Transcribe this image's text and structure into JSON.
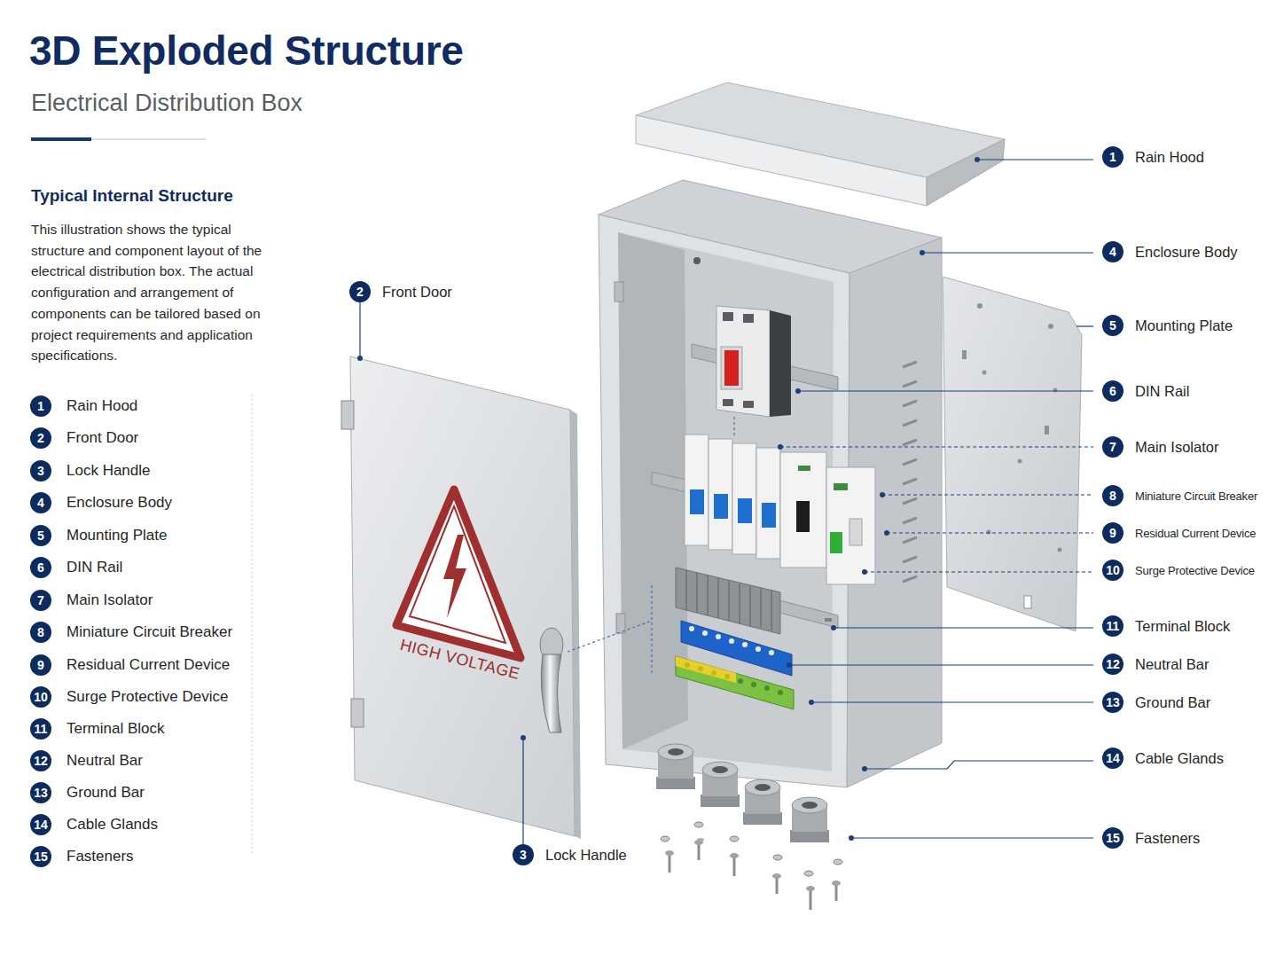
{
  "diagram": {
    "title": "3D Exploded Structure",
    "nodes": [
      {
        "text": [
          "1",
          "Rain Hood"
        ]
      },
      {
        "text": [
          "2",
          "Front Door"
        ]
      },
      {
        "text": [
          "3",
          "Lock Handle"
        ]
      },
      {
        "text": [
          "4",
          "Enclosure Body"
        ]
      },
      {
        "text": [
          "5",
          "Mounting Plate"
        ]
      },
      {
        "text": [
          "6",
          "DIN Rail"
        ]
      },
      {
        "text": [
          "7",
          "Main Isolator"
        ]
      },
      {
        "text": [
          "8",
          "Miniature Circuit Breaker"
        ]
      },
      {
        "text": [
          "9",
          "Residual Current Device"
        ]
      },
      {
        "text": [
          "10",
          "Surge Protective Device"
        ]
      },
      {
        "text": [
          "11",
          "Terminal Block"
        ]
      },
      {
        "text": [
          "12",
          "Neutral Bar"
        ]
      },
      {
        "text": [
          "13",
          "Ground Bar"
        ]
      },
      {
        "text": [
          "14",
          "Cable Glands"
        ]
      },
      {
        "text": [
          "15",
          "Fasteners"
        ]
      },
      {
        "text": [
          "1",
          "Rain Hood"
        ]
      },
      {
        "text": [
          "2",
          "Front Door"
        ]
      },
      {
        "text": [
          "3",
          "Lock Handle"
        ]
      },
      {
        "text": [
          "4",
          "Enclosure Body"
        ]
      },
      {
        "text": [
          "5",
          "Mounting Plate"
        ]
      },
      {
        "text": [
          "6",
          "DIN Rail"
        ]
      },
      {
        "text": [
          "7",
          "Main Isolator"
        ]
      },
      {
        "text": [
          "8",
          "Miniature Circuit Breaker"
        ]
      },
      {
        "text": [
          "9",
          "Residual Current Device"
        ]
      },
      {
        "text": [
          "10",
          "Surge Protective Device"
        ]
      },
      {
        "text": [
          "11",
          "Terminal Block"
        ]
      },
      {
        "text": [
          "12",
          "Neutral Bar"
        ]
      },
      {
        "text": [
          "13",
          "Ground Bar"
        ]
      },
      {
        "text": [
          "14",
          "Cable Glands"
        ]
      },
      {
        "text": [
          "15",
          "Fasteners"
        ]
      },
      {
        "text": [
          "HIGH VOLTAGE"
        ]
      }
    ],
    "labels": [
      "Electrical Distribution Box",
      "Typical Internal Structure",
      "This illustration shows the typical structure and component layout of the electrical distribution box. The actual configuration and arrangement of components can be tailored based on project requirements and application specifications."
    ]
  }
}
